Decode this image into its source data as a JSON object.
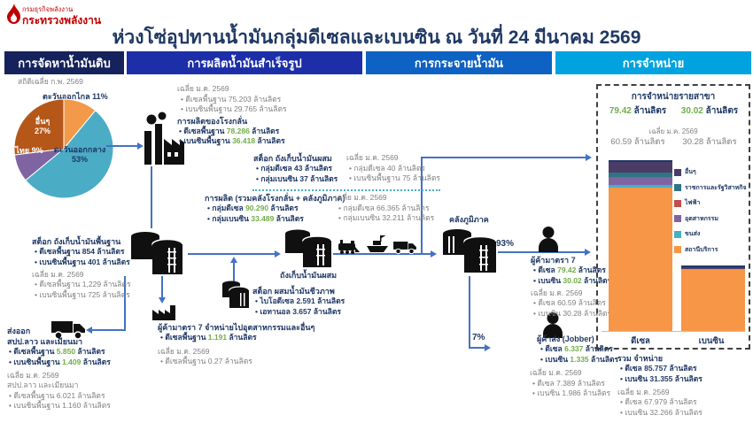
{
  "logo": {
    "line1": "กรมธุรกิจพลังงาน",
    "line2": "กระทรวงพลังงาน"
  },
  "title": "ห่วงโซ่อุปทานน้ำมันกลุ่มดีเซลและเบนซิน ณ วันที่ 24 มีนาคม 2569",
  "stages": [
    {
      "label": "การจัดหาน้ำมันดิบ",
      "color": "#16225C"
    },
    {
      "label": "การผลิตน้ำมันสำเร็จรูป",
      "color": "#1C2EA8"
    },
    {
      "label": "การกระจายน้ำมัน",
      "color": "#0E62C3"
    },
    {
      "label": "การจำหน่าย",
      "color": "#00A3E0"
    }
  ],
  "pie_section": {
    "note": "สถิติเฉลี่ย ก.พ. 2569",
    "label_far_east": "ตะวันออกไกล 11%",
    "label_others_name": "อื่นๆ",
    "label_others_pct": "27%",
    "label_thai": "ไทย 9%",
    "label_middle_east_name": "ตะวันออกกลาง",
    "label_middle_east_pct": "53%"
  },
  "blocks": {
    "refinery": {
      "avg_title": "เฉลี่ย ม.ค. 2569",
      "avg1": "• ดีเซลพื้นฐาน 75.203 ล้านลิตร",
      "avg2": "• เบนซินพื้นฐาน 29.765 ล้านลิตร",
      "heading": "การผลิตของโรงกลั่น",
      "l1": {
        "pre": "• ดีเซลพื้นฐาน ",
        "val": "78.286",
        "post": " ล้านลิตร"
      },
      "l2": {
        "pre": "• เบนซินพื้นฐาน ",
        "val": "36.418",
        "post": " ล้านลิตร"
      }
    },
    "blend_stock": {
      "heading": "สต็อก ถังเก็บน้ำมันผสม",
      "l1": "• กลุ่มดีเซล 43 ล้านลิตร",
      "l2": "• กลุ่มเบนซิน 37 ล้านลิตร",
      "avg_title": "เฉลี่ย ม.ค. 2569",
      "avg1": "• กลุ่มดีเซล 40 ล้านลิตร",
      "avg2": "• เบนซินพื้นฐาน 75 ล้านลิตร"
    },
    "production": {
      "heading": "การผลิต (รวมคลังโรงกลั่น + คลังภูมิภาค)",
      "l1": {
        "pre": "• กลุ่มดีเซล ",
        "val": "90.290",
        "post": " ล้านลิตร"
      },
      "l2": {
        "pre": "• กลุ่มเบนซิน ",
        "val": "33.489",
        "post": " ล้านลิตร"
      },
      "avg_title": "เฉลี่ย ม.ค. 2569",
      "avg1": "• กลุ่มดีเซล 66.365 ล้านลิตร",
      "avg2": "• กลุ่มเบนซิน 32.211 ล้านลิตร"
    },
    "base_stock": {
      "heading": "สต็อก ถังเก็บน้ำมันพื้นฐาน",
      "l1": "• ดีเซลพื้นฐาน 854 ล้านลิตร",
      "l2": "• เบนซินพื้นฐาน 401 ล้านลิตร",
      "avg_title": "เฉลี่ย ม.ค. 2569",
      "avg1": "• ดีเซลพื้นฐาน 1,229 ล้านลิตร",
      "avg2": "• เบนซินพื้นฐาน 725 ล้านลิตร"
    },
    "export": {
      "heading": "ส่งออก",
      "sub": "สปป.ลาว และเมียนมา",
      "l1": {
        "pre": "• ดีเซลพื้นฐาน ",
        "val": "5.850",
        "post": " ล้านลิตร"
      },
      "l2": {
        "pre": "• เบนซินพื้นฐาน ",
        "val": "1.409",
        "post": " ล้านลิตร"
      },
      "avg_title": "เฉลี่ย ม.ค. 2569",
      "avg_sub": "สปป.ลาว และเมียนมา",
      "avg1": "• ดีเซลพื้นฐาน 6.021 ล้านลิตร",
      "avg2": "• เบนซินพื้นฐาน 1.160 ล้านลิตร"
    },
    "biofuel": {
      "heading": "สต็อก ผสมน้ำมันชีวภาพ",
      "l1": "• ไบโอดีเซล 2.591 ล้านลิตร",
      "l2": "• เอทานอล 3.657 ล้านลิตร"
    },
    "m7_industry": {
      "heading": "ผู้ค้ามาตรา 7 จำหน่ายไปอุตสาหกรรมและอื่นๆ",
      "l1": {
        "pre": "• ดีเซลพื้นฐาน ",
        "val": "1.191",
        "post": " ล้านลิตร"
      },
      "avg_title": "เฉลี่ย ม.ค. 2569",
      "avg1": "• ดีเซลพื้นฐาน 0.27 ล้านลิตร"
    },
    "blend_tank_label": "ถังเก็บน้ำมันผสม",
    "regional_label": "คลังภูมิภาค",
    "m7": {
      "pct": "93%",
      "heading": "ผู้ค้ามาตรา 7",
      "l1": {
        "pre": "• ดีเซล ",
        "val": "79.42",
        "post": " ล้านลิตร"
      },
      "l2": {
        "pre": "• เบนซิน ",
        "val": "30.02",
        "post": " ล้านลิตร"
      },
      "avg_title": "เฉลี่ย ม.ค. 2569",
      "avg1": "• ดีเซล 60.59 ล้านลิตร",
      "avg2": "• เบนซิน 30.28 ล้านลิตร"
    },
    "jobber": {
      "pct": "7%",
      "heading": "ผู้ค้าส่ง (Jobber)",
      "l1": {
        "pre": "• ดีเซล ",
        "val": "6.337",
        "post": " ล้านลิตร"
      },
      "l2": {
        "pre": "• เบนซิน ",
        "val": "1.335",
        "post": " ล้านลิตร"
      },
      "avg_title": "เฉลี่ย ม.ค. 2569",
      "avg1": "• ดีเซล 7.389 ล้านลิตร",
      "avg2": "• เบนซิน 1.986 ล้านลิตร"
    },
    "total": {
      "heading": "รวม จำหน่าย",
      "l1": "• ดีเซล 85.757 ล้านลิตร",
      "l2": "• เบนซิน 31.355 ล้านลิตร",
      "avg_title": "เฉลี่ย ม.ค. 2569",
      "avg1": "• ดีเซล 67.979 ล้านลิตร",
      "avg2": "• เบนซิน 32.266 ล้านลิตร"
    }
  },
  "sales_panel": {
    "title": "การจำหน่ายรายสาขา",
    "diesel_val": "79.42",
    "benzin_val": "30.02",
    "unit": " ล้านลิตร",
    "avg_title": "เฉลี่ย ม.ค. 2569",
    "diesel_avg": "60.59 ล้านลิตร",
    "benzin_avg": "30.28 ล้านลิตร"
  },
  "colors": {
    "navy_text": "#1F3864",
    "gray_text": "#808080",
    "green_value": "#70AD47",
    "arrow_blue": "#4472C4",
    "red_logo": "#C00000"
  },
  "chart_data": [
    {
      "type": "pie",
      "title": "สถิติเฉลี่ย ก.พ. 2569",
      "unit": "%",
      "slices": [
        {
          "label": "ตะวันออกไกล",
          "value": 11,
          "color": "#F2994A"
        },
        {
          "label": "ตะวันออกกลาง",
          "value": 53,
          "color": "#4BACC6"
        },
        {
          "label": "ไทย",
          "value": 9,
          "color": "#8064A2"
        },
        {
          "label": "อื่นๆ",
          "value": 27,
          "color": "#B45719"
        }
      ]
    },
    {
      "type": "bar",
      "stacked": true,
      "title": "การจำหน่ายรายสาขา",
      "unit": "ล้านลิตร",
      "categories": [
        "ดีเซล",
        "เบนซิน"
      ],
      "totals": [
        79.42,
        30.02
      ],
      "note": "segment values estimated from bar proportions",
      "series": [
        {
          "name": "สถานีบริการ",
          "color": "#F79646",
          "values": [
            67.4,
            29.2
          ]
        },
        {
          "name": "ขนส่ง",
          "color": "#45B0C9",
          "values": [
            1.3,
            0
          ]
        },
        {
          "name": "อุตสาหกรรม",
          "color": "#8064A2",
          "values": [
            3.4,
            0
          ]
        },
        {
          "name": "ไฟฟ้า",
          "color": "#C0504D",
          "values": [
            0.3,
            0
          ]
        },
        {
          "name": "ราชการและรัฐวิสาหกิจ",
          "color": "#2E7485",
          "values": [
            2.0,
            0
          ]
        },
        {
          "name": "อื่นๆ",
          "color": "#4A3C66",
          "values": [
            5.0,
            0.8
          ]
        }
      ],
      "legend_position": "right"
    }
  ]
}
